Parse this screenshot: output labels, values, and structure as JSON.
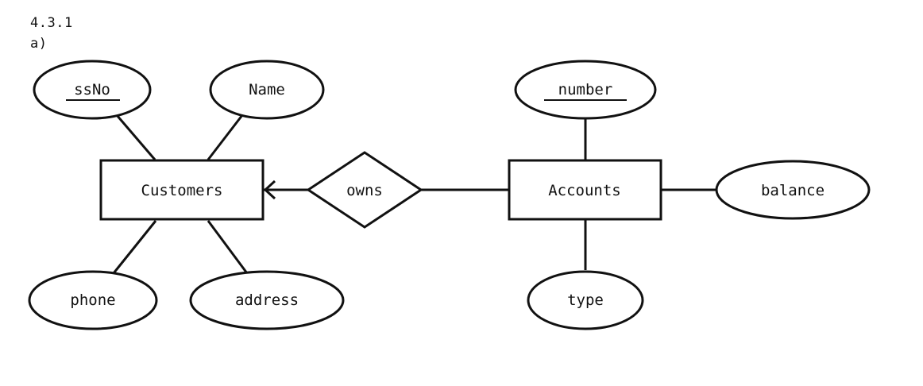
{
  "section_number": "4.3.1",
  "part_label": "a)",
  "entities": {
    "customers": "Customers",
    "accounts": "Accounts"
  },
  "relationships": {
    "owns": "owns"
  },
  "attributes": {
    "ssno": {
      "label": "ssNo",
      "key": true
    },
    "name": {
      "label": "Name",
      "key": false
    },
    "phone": {
      "label": "phone",
      "key": false
    },
    "address": {
      "label": "address",
      "key": false
    },
    "number": {
      "label": "number",
      "key": true
    },
    "balance": {
      "label": "balance",
      "key": false
    },
    "type": {
      "label": "type",
      "key": false
    }
  },
  "colors": {
    "stroke": "#111111",
    "background": "#ffffff"
  }
}
